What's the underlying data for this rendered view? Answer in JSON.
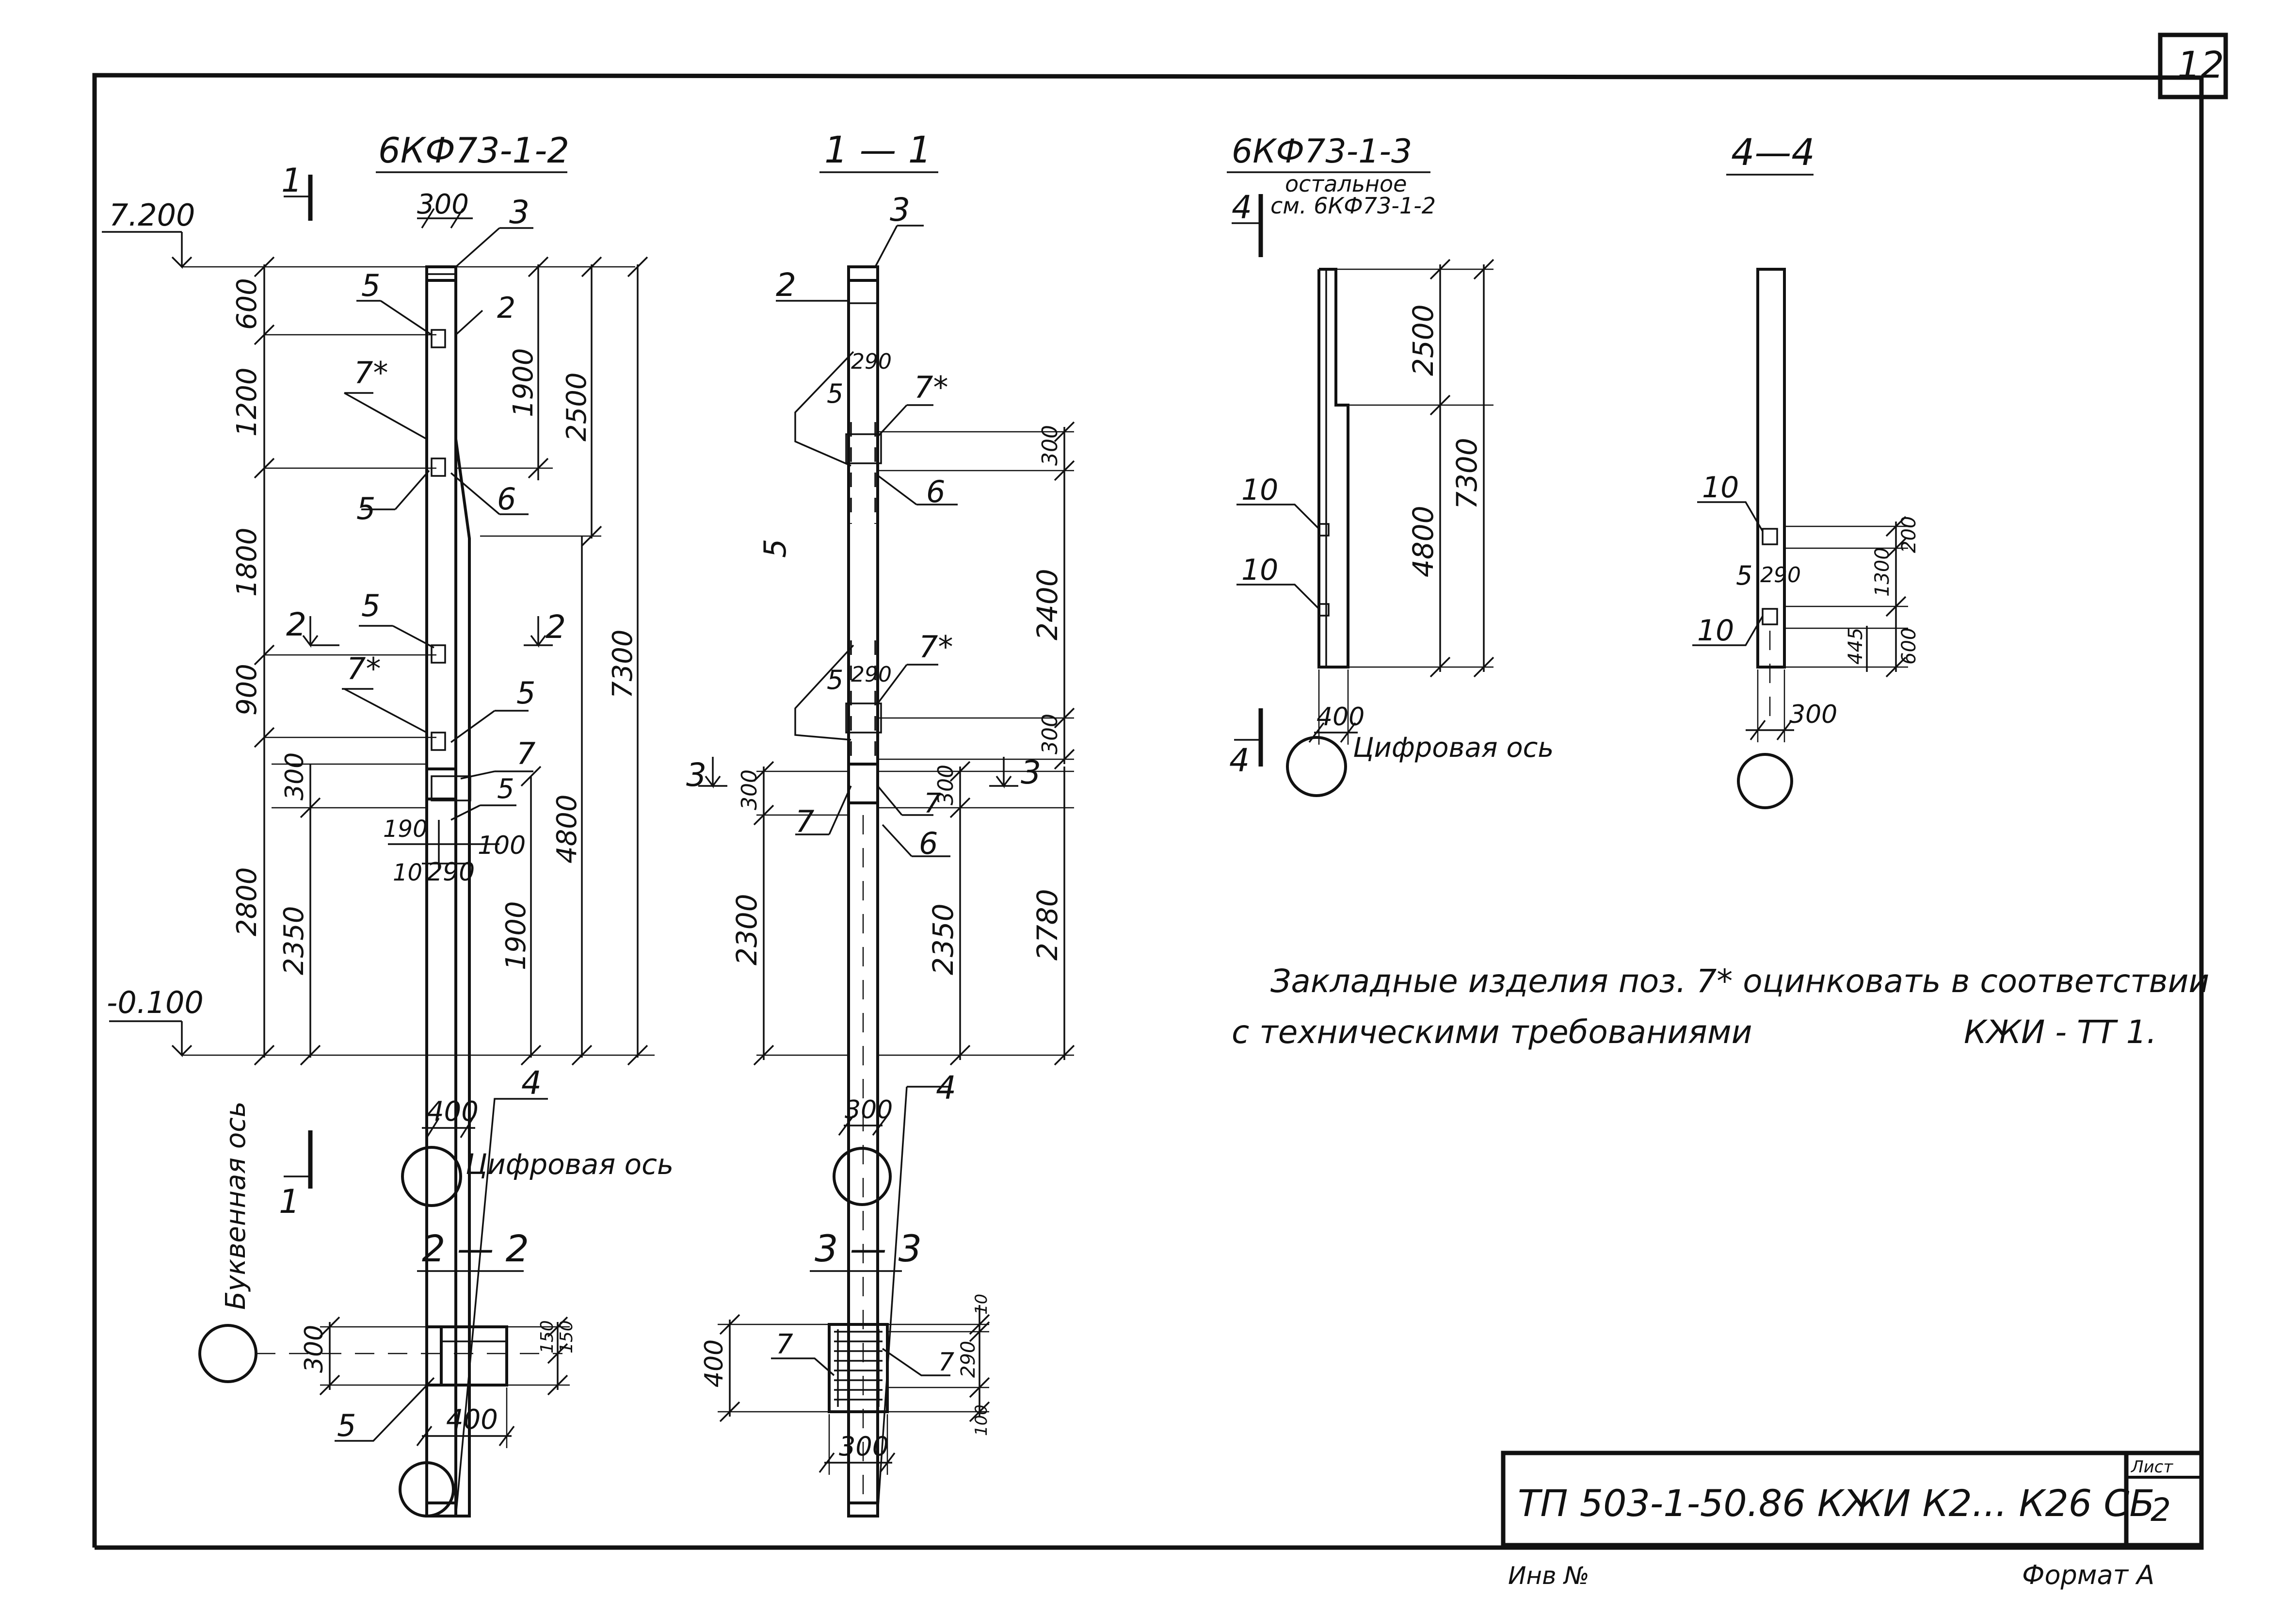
{
  "sheet_number": "12",
  "views": {
    "elevation_1_2": {
      "title": "6КФ73-1-2",
      "top_level": "7.200",
      "bottom_level": "-0.100",
      "dims_left": [
        "600",
        "1200",
        "1800",
        "900",
        "2800"
      ],
      "dim_2350": "2350",
      "dims_right": [
        "1900",
        "2500",
        "7300",
        "4800",
        "1900"
      ],
      "dim_300_top": "300",
      "dim_300_bracket": "300",
      "dim_190": "190",
      "dim_100": "100",
      "dim_10": "10",
      "dim_290": "290",
      "dim_400": "400",
      "callouts": [
        "3",
        "2",
        "5",
        "7*",
        "5",
        "6",
        "5",
        "7*",
        "5",
        "7",
        "5"
      ],
      "section_mark_1": "1",
      "section_mark_2": "2",
      "section_mark_4": "4",
      "axis_label": "Цифровая ось"
    },
    "section_1_1": {
      "title": "1 — 1",
      "callouts": [
        "3",
        "2",
        "5",
        "7*",
        "6",
        "5",
        "7*",
        "7",
        "7",
        "6",
        "4"
      ],
      "dim_290_a": "290",
      "dim_290_b": "290",
      "dim_300_a": "300",
      "dim_2400": "2400",
      "dim_300_b": "300",
      "dim_300_c": "300",
      "dim_2300": "2300",
      "dim_300_d": "300",
      "dim_2350": "2350",
      "dim_2780": "2780",
      "dim_300_bottom": "300",
      "section_mark_3": "3",
      "long_label": "5"
    },
    "elevation_1_3": {
      "title": "6КФ73-1-3",
      "subtitle_1": "остальное",
      "subtitle_2": "см. 6КФ73-1-2",
      "section_mark_4": "4",
      "dim_2500": "2500",
      "dim_4800": "4800",
      "dim_7300": "7300",
      "dim_400": "400",
      "callout_10_a": "10",
      "callout_10_b": "10",
      "axis_label": "Цифровая ось"
    },
    "section_4_4": {
      "title": "4—4",
      "callout_10_a": "10",
      "callout_5": "5",
      "dim_290": "290",
      "callout_10_b": "10",
      "dim_200": "200",
      "dim_1300": "1300",
      "dim_600": "600",
      "dim_445": "445",
      "dim_300": "300"
    },
    "section_2_2": {
      "title": "2 — 2",
      "axis_label": "Буквенная ось",
      "dim_300": "300",
      "dim_150_a": "150",
      "dim_150_b": "150",
      "dim_400": "400",
      "callout_5": "5"
    },
    "section_3_3": {
      "title": "3 — 3",
      "dim_400": "400",
      "callout_7_a": "7",
      "callout_7_b": "7",
      "dim_290": "290",
      "dim_10": "10",
      "dim_100": "100",
      "dim_300": "300"
    }
  },
  "note": {
    "line_1": "Закладные изделия поз. 7* оцинковать в соответствии",
    "line_2": "с техническими требованиями",
    "ref": "КЖИ - ТТ 1."
  },
  "title_block": {
    "code": "ТП 503-1-50.86 КЖИ   К2... К26 СБ",
    "sheet_label": "Лист",
    "sheet_no": "2",
    "inv_label": "Инв №",
    "format_label": "Формат А"
  }
}
